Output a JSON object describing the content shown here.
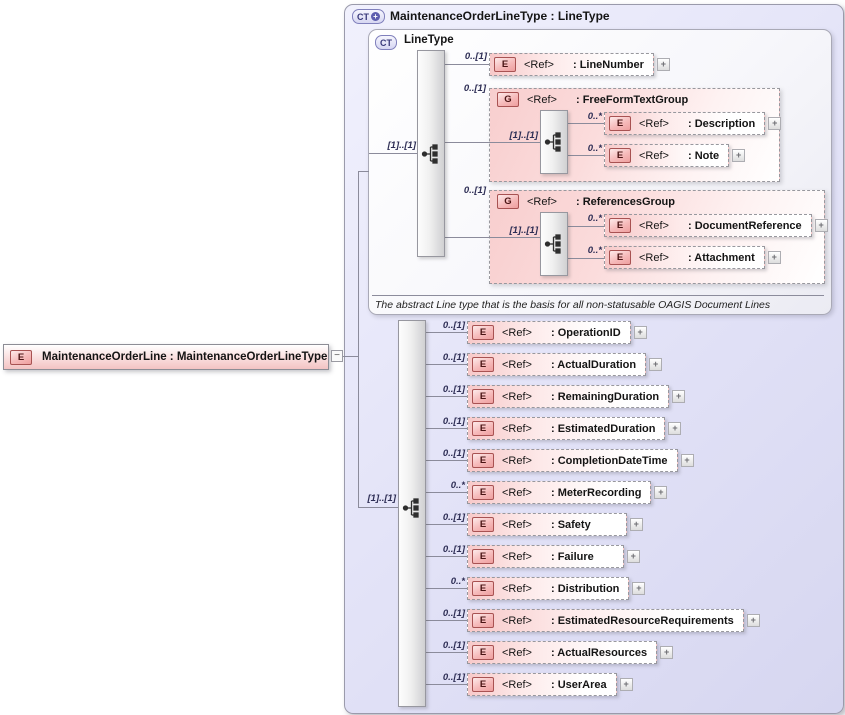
{
  "root_element": {
    "badge": "E",
    "label": "MaintenanceOrderLine : MaintenanceOrderLineType",
    "collapse_glyph": "−"
  },
  "container": {
    "badge": "CT",
    "badge_plus": "+",
    "title": "MaintenanceOrderLineType : LineType"
  },
  "base_type": {
    "badge": "CT",
    "title": "LineType",
    "cardinality": "[1]..[1]",
    "annotation": "The abstract Line type that is the basis for all non-statusable OAGIS Document Lines",
    "line_number": {
      "badge": "E",
      "ref": "<Ref>",
      "name": ": LineNumber",
      "cardinality": "0..[1]",
      "expand": "+"
    },
    "free_form_text_group": {
      "badge": "G",
      "ref": "<Ref>",
      "name": ": FreeFormTextGroup",
      "cardinality": "0..[1]",
      "inner_cardinality": "[1]..[1]",
      "children": [
        {
          "badge": "E",
          "ref": "<Ref>",
          "name": ": Description",
          "cardinality": "0..*",
          "expand": "+"
        },
        {
          "badge": "E",
          "ref": "<Ref>",
          "name": ": Note",
          "cardinality": "0..*",
          "expand": "+"
        }
      ]
    },
    "references_group": {
      "badge": "G",
      "ref": "<Ref>",
      "name": ": ReferencesGroup",
      "cardinality": "0..[1]",
      "inner_cardinality": "[1]..[1]",
      "children": [
        {
          "badge": "E",
          "ref": "<Ref>",
          "name": ": DocumentReference",
          "cardinality": "0..*",
          "expand": "+"
        },
        {
          "badge": "E",
          "ref": "<Ref>",
          "name": ": Attachment",
          "cardinality": "0..*",
          "expand": "+"
        }
      ]
    }
  },
  "extension": {
    "cardinality": "[1]..[1]",
    "children": [
      {
        "badge": "E",
        "ref": "<Ref>",
        "name": ": OperationID",
        "cardinality": "0..[1]",
        "expand": "+"
      },
      {
        "badge": "E",
        "ref": "<Ref>",
        "name": ": ActualDuration",
        "cardinality": "0..[1]",
        "expand": "+"
      },
      {
        "badge": "E",
        "ref": "<Ref>",
        "name": ": RemainingDuration",
        "cardinality": "0..[1]",
        "expand": "+"
      },
      {
        "badge": "E",
        "ref": "<Ref>",
        "name": ": EstimatedDuration",
        "cardinality": "0..[1]",
        "expand": "+"
      },
      {
        "badge": "E",
        "ref": "<Ref>",
        "name": ": CompletionDateTime",
        "cardinality": "0..[1]",
        "expand": "+"
      },
      {
        "badge": "E",
        "ref": "<Ref>",
        "name": ": MeterRecording",
        "cardinality": "0..*",
        "expand": "+"
      },
      {
        "badge": "E",
        "ref": "<Ref>",
        "name": ": Safety",
        "cardinality": "0..[1]",
        "expand": "+"
      },
      {
        "badge": "E",
        "ref": "<Ref>",
        "name": ": Failure",
        "cardinality": "0..[1]",
        "expand": "+"
      },
      {
        "badge": "E",
        "ref": "<Ref>",
        "name": ": Distribution",
        "cardinality": "0..*",
        "expand": "+"
      },
      {
        "badge": "E",
        "ref": "<Ref>",
        "name": ": EstimatedResourceRequirements",
        "cardinality": "0..[1]",
        "expand": "+"
      },
      {
        "badge": "E",
        "ref": "<Ref>",
        "name": ": ActualResources",
        "cardinality": "0..[1]",
        "expand": "+"
      },
      {
        "badge": "E",
        "ref": "<Ref>",
        "name": ": UserArea",
        "cardinality": "0..[1]",
        "expand": "+"
      }
    ]
  }
}
